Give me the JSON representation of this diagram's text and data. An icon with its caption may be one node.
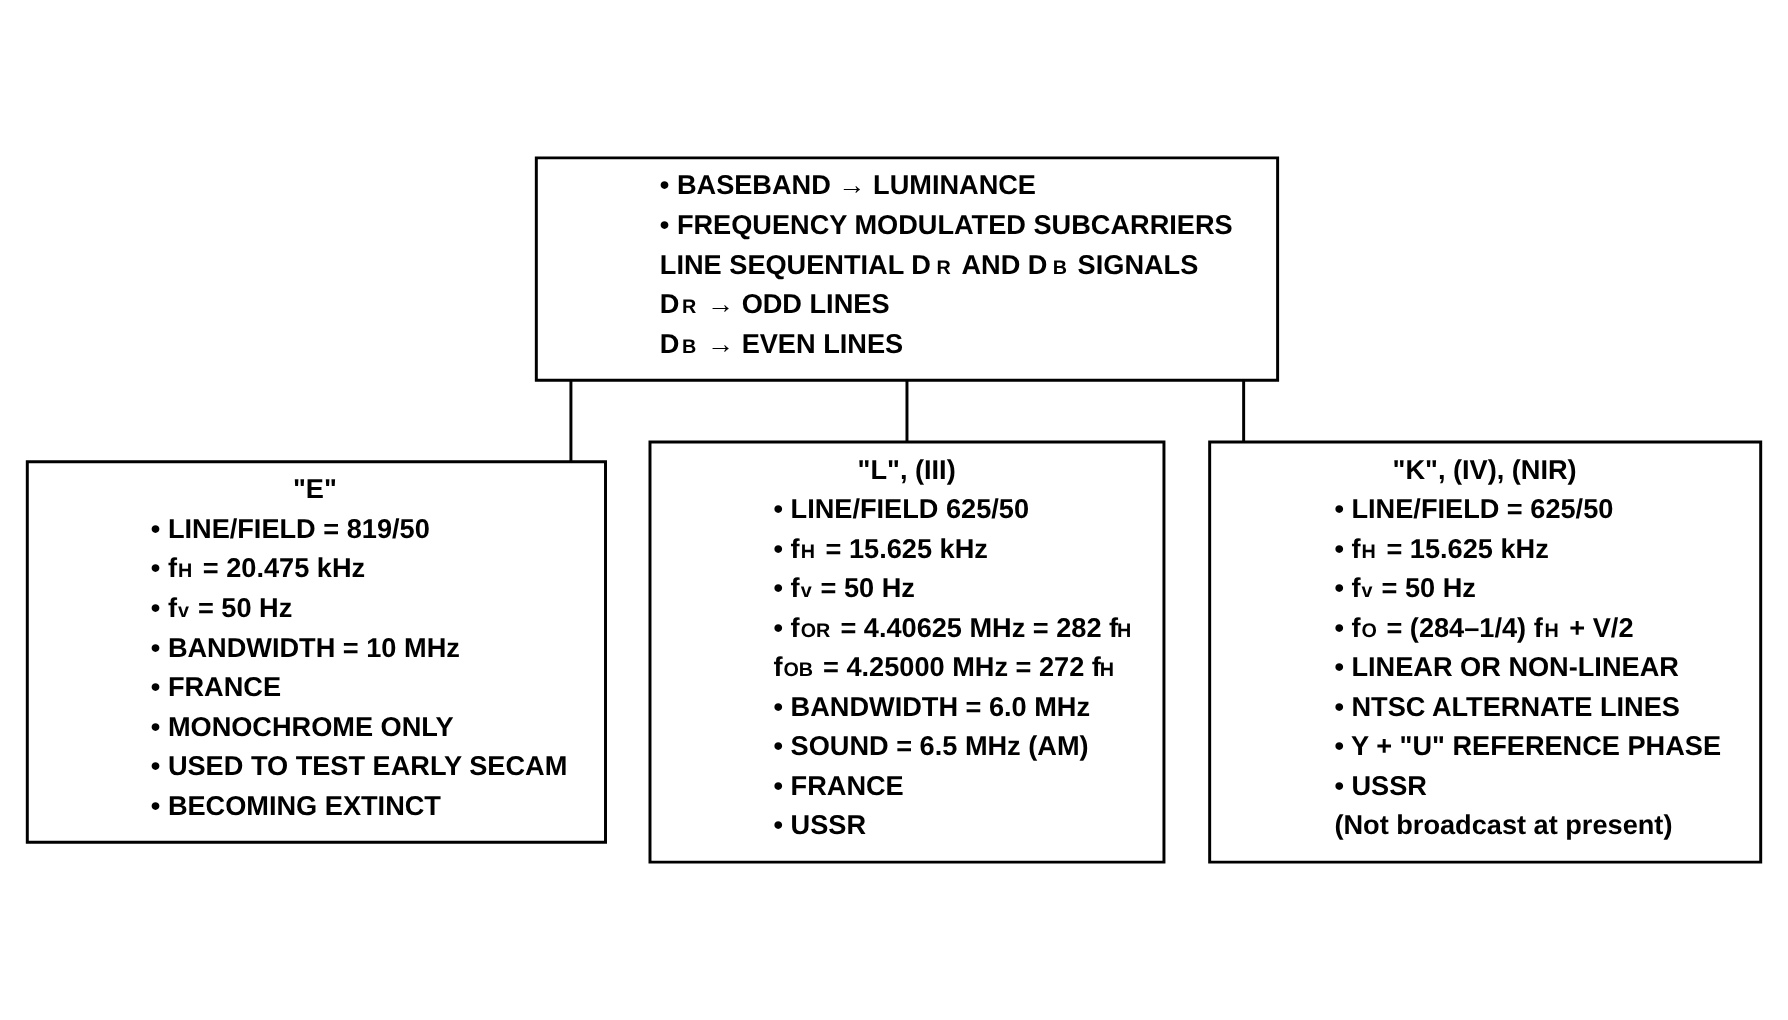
{
  "diagram": {
    "nodes": [
      {
        "text": [
          "• BASEBAND → LUMINANCE",
          "• FREQUENCY MODULATED SUBCARRIERS",
          "LINE SEQUENTIAL D$_{R}$ AND D$_{B}$ SIGNALS",
          "D$_{R}$ → ODD LINES",
          "D$_{B}$ → EVEN LINES"
        ]
      },
      {
        "text": [
          "\"E\"",
          "• LINE/FIELD = 819/50",
          "• f$_{H}$ = 20.475 kHz",
          "• f$_{v}$ = 50 Hz",
          "• BANDWIDTH = 10 MHz",
          "• FRANCE",
          "• MONOCHROME ONLY",
          "• USED TO TEST EARLY SECAM",
          "• BECOMING EXTINCT"
        ]
      },
      {
        "text": [
          "\"L\", (III)",
          "• LINE/FIELD 625/50",
          "• f$_{H}$ = 15.625 kHz",
          "• f$_{v}$ = 50 Hz",
          "• f$_{OR}$ = 4.40625 MHz = 282 f$_{H}$",
          "f$_{OB}$ = 4.25000 MHz = 272 f$_{H}$",
          "• BANDWIDTH = 6.0 MHz",
          "• SOUND = 6.5 MHz (AM)",
          "• FRANCE",
          "• USSR"
        ]
      },
      {
        "text": [
          "\"K\", (IV), (NIR)",
          "• LINE/FIELD = 625/50",
          "• f$_{H}$ = 15.625 kHz",
          "• f$_{v}$ = 50 Hz",
          "• f$_{O}$ = (284–1/4) f$_{H}$ + V/2",
          "• LINEAR OR NON-LINEAR",
          "• NTSC ALTERNATE LINES",
          "• Y + \"U\" REFERENCE PHASE",
          "• USSR",
          "(Not broadcast at present)"
        ]
      }
    ],
    "edges": [
      {
        "from": 0,
        "to": 1,
        "arrow": "none"
      },
      {
        "from": 0,
        "to": 2,
        "arrow": "none"
      },
      {
        "from": 0,
        "to": 3,
        "arrow": "none"
      }
    ]
  }
}
